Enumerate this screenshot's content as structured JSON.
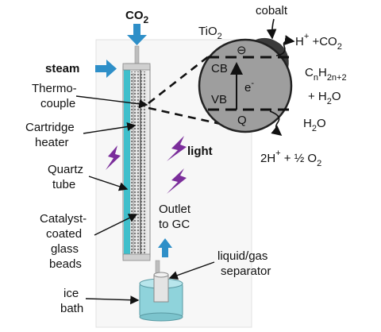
{
  "labels": {
    "co2": "CO",
    "co2_sub": "2",
    "steam": "steam",
    "thermocouple_1": "Thermo-",
    "thermocouple_2": "couple",
    "cartridge_1": "Cartridge",
    "cartridge_2": "heater",
    "quartz_1": "Quartz",
    "quartz_2": "tube",
    "catalyst_1": "Catalyst-",
    "catalyst_2": "coated",
    "catalyst_3": "glass",
    "catalyst_4": "beads",
    "ice_1": "ice",
    "ice_2": "bath",
    "light": "light",
    "outlet_1": "Outlet",
    "outlet_2": "to GC",
    "separator_1": "liquid/gas",
    "separator_2": "separator"
  },
  "particle": {
    "tio2": "TiO",
    "tio2_sub": "2",
    "cobalt": "cobalt",
    "cb": "CB",
    "vb": "VB",
    "electron": "e",
    "electron_sup": "-",
    "hole_top": "⊖",
    "hole_bottom": "Q"
  },
  "reactions": {
    "h_plus": "H",
    "h_plus_sup": "+",
    "co2_part": " +CO",
    "co2_sub": "2",
    "product_c": "C",
    "product_n": "n",
    "product_h": "H",
    "product_h_sub": "2n+2",
    "plus_h2o": "+ H",
    "plus_h2o_sub": "2",
    "plus_h2o_end": "O",
    "h2o": "H",
    "h2o_sub": "2",
    "h2o_end": "O",
    "oxidation_pre": "2H",
    "oxidation_sup": "+",
    "oxidation_mid": " + ½ O",
    "oxidation_sub": "2"
  },
  "colors": {
    "arrow_blue": "#2E8FC8",
    "quartz_cyan": "#21B7C6",
    "lightning_purple": "#7B2E9B",
    "particle_gray": "#9E9E9E",
    "cobalt_dark": "#3A3A3A",
    "ice_cyan": "#8FD3DB"
  }
}
